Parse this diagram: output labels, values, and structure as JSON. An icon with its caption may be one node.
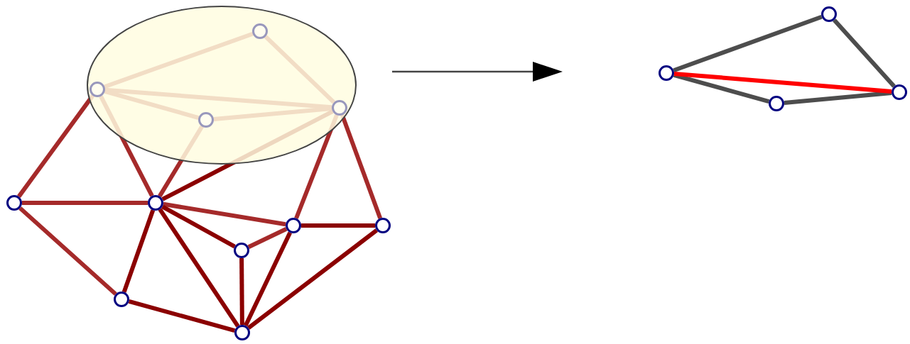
{
  "diagram": {
    "nodes": [
      {
        "text": [],
        "shape": "ellipse"
      },
      {
        "text": [],
        "shape": "circle",
        "in": 0
      },
      {
        "text": [],
        "shape": "circle",
        "in": 0
      },
      {
        "text": [],
        "shape": "circle",
        "in": 0
      },
      {
        "text": [],
        "shape": "circle",
        "in": 0
      },
      {
        "text": [],
        "shape": "circle"
      },
      {
        "text": [],
        "shape": "circle"
      },
      {
        "text": [],
        "shape": "circle"
      },
      {
        "text": [],
        "shape": "circle"
      },
      {
        "text": [],
        "shape": "circle"
      },
      {
        "text": [],
        "shape": "circle"
      },
      {
        "text": [],
        "shape": "circle"
      },
      {
        "text": [],
        "shape": "circle"
      },
      {
        "text": [],
        "shape": "circle"
      },
      {
        "text": [],
        "shape": "circle"
      },
      {
        "text": [],
        "shape": "circle"
      }
    ],
    "edges": [
      {
        "from": 2,
        "to": 1,
        "arrow": "none"
      },
      {
        "from": 1,
        "to": 4,
        "arrow": "none"
      },
      {
        "from": 2,
        "to": 4,
        "arrow": "none"
      },
      {
        "from": 2,
        "to": 3,
        "arrow": "none"
      },
      {
        "from": 3,
        "to": 4,
        "arrow": "none"
      },
      {
        "from": 3,
        "to": 6,
        "arrow": "none"
      },
      {
        "from": 2,
        "to": 6,
        "arrow": "none"
      },
      {
        "from": 4,
        "to": 6,
        "arrow": "none",
        "color": "#8b0000"
      },
      {
        "from": 2,
        "to": 5,
        "arrow": "none"
      },
      {
        "from": 4,
        "to": 7,
        "arrow": "none"
      },
      {
        "from": 4,
        "to": 8,
        "arrow": "none"
      },
      {
        "from": 5,
        "to": 6,
        "arrow": "none"
      },
      {
        "from": 5,
        "to": 10,
        "arrow": "none"
      },
      {
        "from": 6,
        "to": 7,
        "arrow": "none"
      },
      {
        "from": 6,
        "to": 9,
        "arrow": "none",
        "color": "#8b0000"
      },
      {
        "from": 6,
        "to": 10,
        "arrow": "none",
        "color": "#8b0000"
      },
      {
        "from": 6,
        "to": 11,
        "arrow": "none",
        "color": "#8b0000"
      },
      {
        "from": 7,
        "to": 9,
        "arrow": "none"
      },
      {
        "from": 7,
        "to": 8,
        "arrow": "none",
        "color": "#8b0000"
      },
      {
        "from": 7,
        "to": 11,
        "arrow": "none",
        "color": "#8b0000"
      },
      {
        "from": 9,
        "to": 11,
        "arrow": "none",
        "color": "#8b0000"
      },
      {
        "from": 8,
        "to": 11,
        "arrow": "none",
        "color": "#8b0000"
      },
      {
        "from": 10,
        "to": 11,
        "arrow": "none",
        "color": "#8b0000"
      },
      {
        "from": 12,
        "to": 13,
        "arrow": "none",
        "color": "#4d4d4d"
      },
      {
        "from": 13,
        "to": 15,
        "arrow": "none",
        "color": "#4d4d4d"
      },
      {
        "from": 12,
        "to": 14,
        "arrow": "none",
        "color": "#4d4d4d"
      },
      {
        "from": 14,
        "to": 15,
        "arrow": "none",
        "color": "#4d4d4d"
      },
      {
        "from": 12,
        "to": 15,
        "arrow": "none",
        "color": "#ff0000"
      }
    ]
  }
}
